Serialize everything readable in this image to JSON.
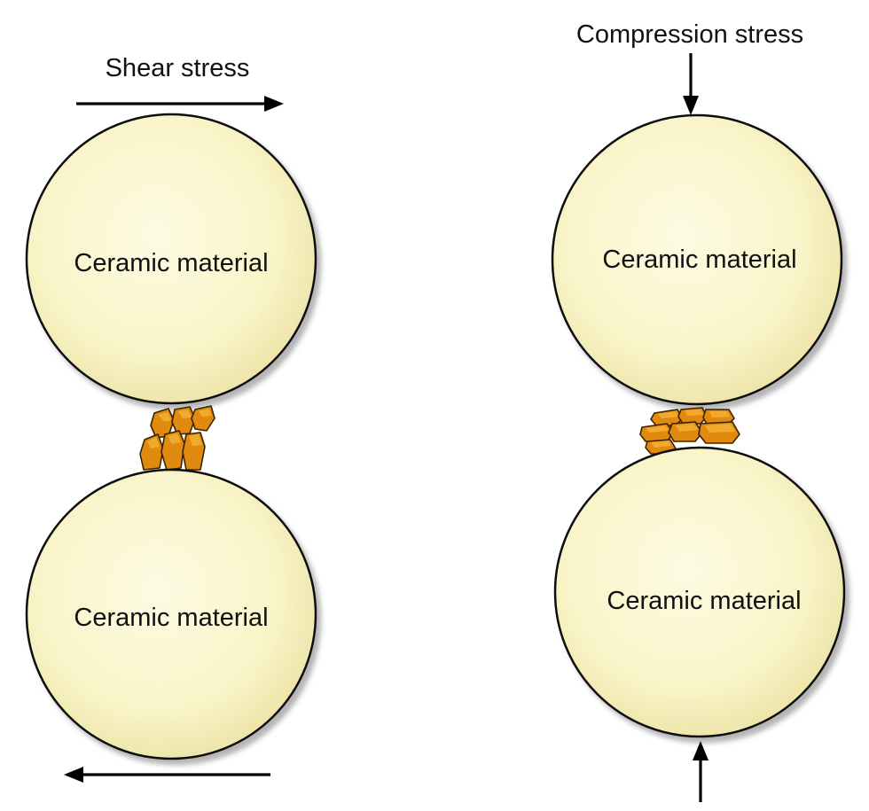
{
  "left_panel": {
    "stress_label": "Shear stress",
    "top_sphere_label": "Ceramic material",
    "bottom_sphere_label": "Ceramic material"
  },
  "right_panel": {
    "stress_label": "Compression stress",
    "top_sphere_label": "Ceramic material",
    "bottom_sphere_label": "Ceramic material"
  },
  "colors": {
    "sphere_fill": "#fbf7cf",
    "sphere_outline": "#111111",
    "particle_fill": "#e08a10",
    "arrow": "#000000"
  }
}
